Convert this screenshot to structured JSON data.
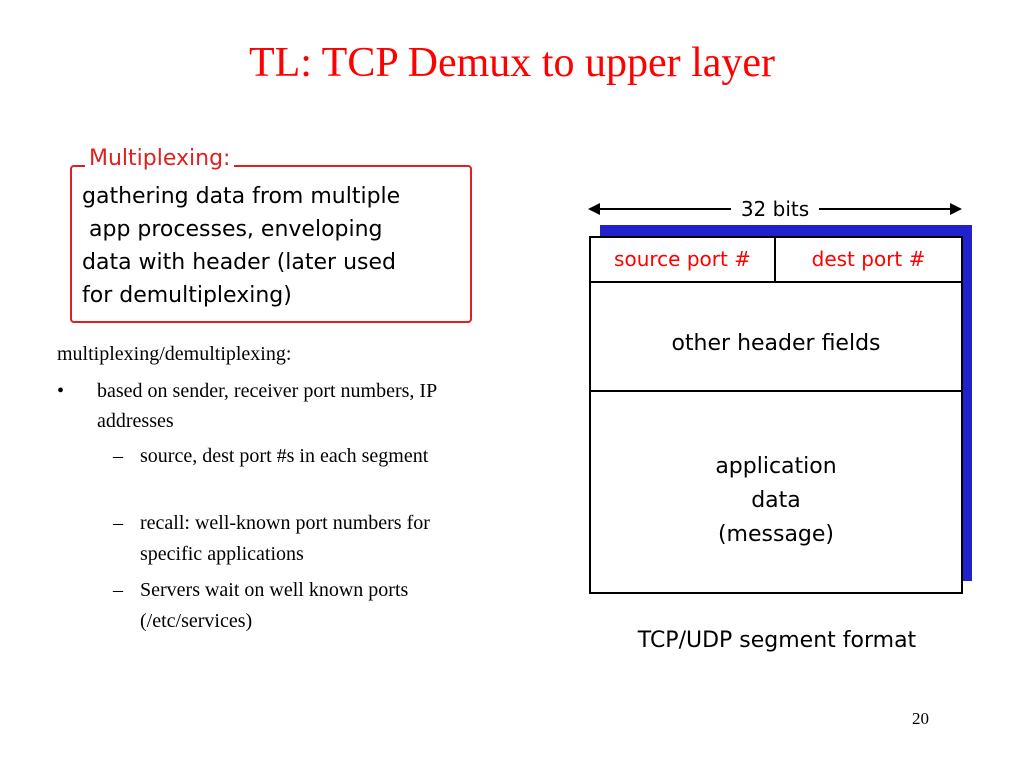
{
  "slide": {
    "title": "TL: TCP Demux to upper layer",
    "page_number": "20",
    "colors": {
      "title": "#ff0000",
      "box_border": "#e02020",
      "port_text": "#ff0000",
      "segment_shadow": "#2222cc"
    }
  },
  "multiplexing_box": {
    "legend": "Multiplexing:",
    "lines": [
      "gathering data from multiple",
      " app processes, enveloping",
      "data with header (later used",
      "for demultiplexing)"
    ]
  },
  "notes": {
    "heading": "multiplexing/demultiplexing:",
    "bullet": {
      "mark": "•",
      "text": "based on sender, receiver port numbers, IP addresses"
    },
    "subitems": [
      {
        "mark": "–",
        "text": "source, dest port #s in each segment"
      },
      {
        "mark": "–",
        "text": "recall: well-known port numbers for specific applications"
      },
      {
        "mark": "–",
        "text": "Servers wait on well known ports (/etc/services)"
      }
    ]
  },
  "segment_diagram": {
    "width_label": "32 bits",
    "source_port": "source port #",
    "dest_port": "dest port #",
    "other_header": "other header fields",
    "data_lines": [
      "application",
      "data",
      "(message)"
    ],
    "caption": "TCP/UDP segment format"
  }
}
